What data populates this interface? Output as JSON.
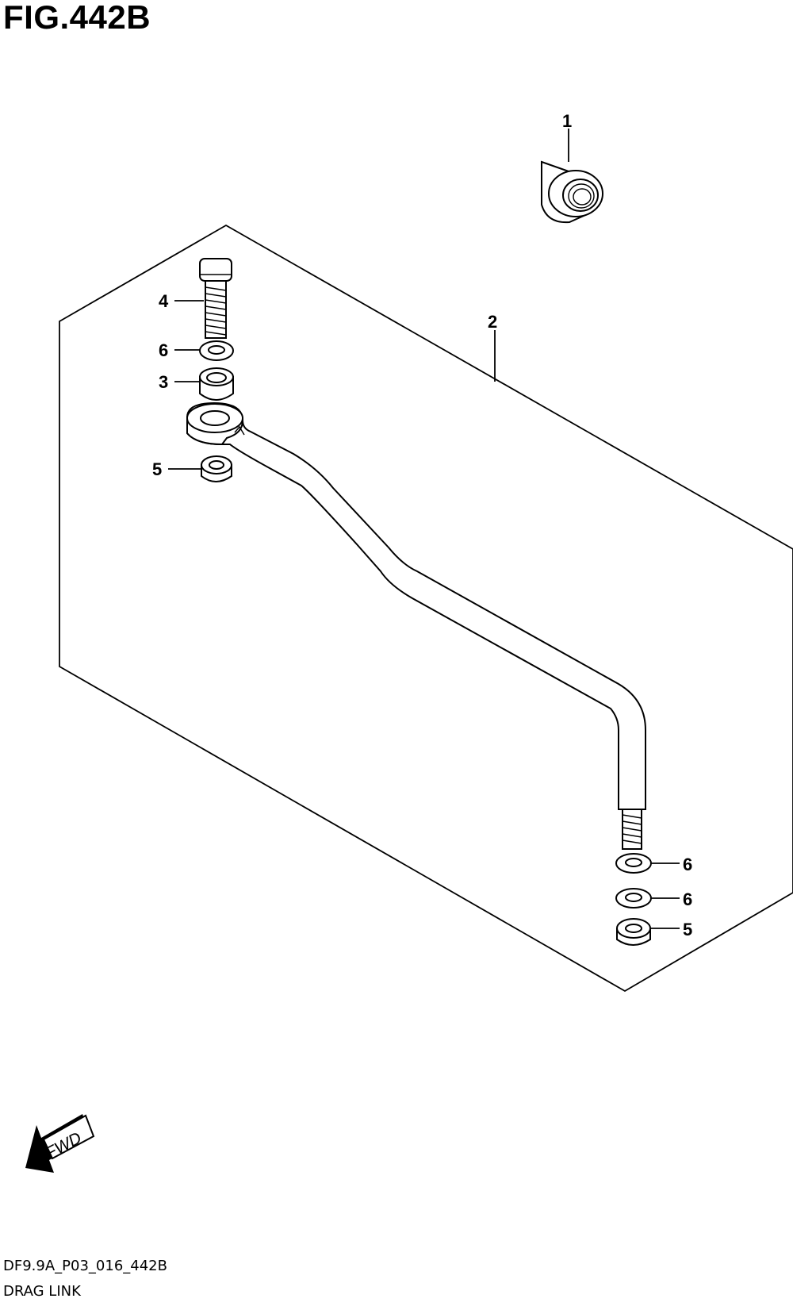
{
  "figure": {
    "title": "FIG.442B"
  },
  "footer": {
    "code": "DF9.9A_P03_016_442B",
    "name": "DRAG LINK"
  },
  "direction_label": "FWD",
  "callouts": {
    "nut_top": "1",
    "drag_link": "2",
    "bushing": "3",
    "bolt": "4",
    "nut_left": "5",
    "washer_left": "6",
    "washer_right_1": "6",
    "washer_right_2": "6",
    "nut_right": "5"
  }
}
